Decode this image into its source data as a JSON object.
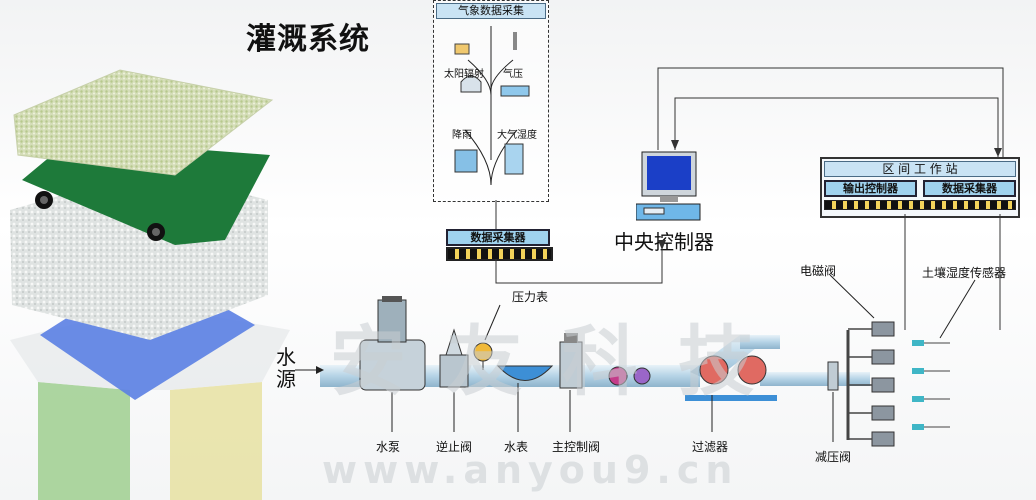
{
  "title": "灌溉系统",
  "weather_box": {
    "title": "气象数据采集",
    "sensors": [
      "太阳辐射",
      "气压",
      "降雨",
      "大气湿度"
    ]
  },
  "data_collector": "数据采集器",
  "central_controller": "中央控制器",
  "station": {
    "title": "区 间 工 作 站",
    "output_controller": "输出控制器",
    "data_collector": "数据采集器"
  },
  "labels": {
    "water_source": "水源",
    "pump": "水泵",
    "check_valve": "逆止阀",
    "pressure_gauge": "压力表",
    "water_meter": "水表",
    "main_valve": "主控制阀",
    "filter": "过滤器",
    "pressure_reducer": "减压阀",
    "solenoid_valve": "电磁阀",
    "soil_sensor": "土壤湿度传感器"
  },
  "watermark": {
    "text": "安友科技",
    "url": "www.anyou9.cn"
  },
  "colors": {
    "collector_bg": "#9fd2ee",
    "pipe": "#bcd8ea",
    "filter_red": "#e06a62"
  }
}
